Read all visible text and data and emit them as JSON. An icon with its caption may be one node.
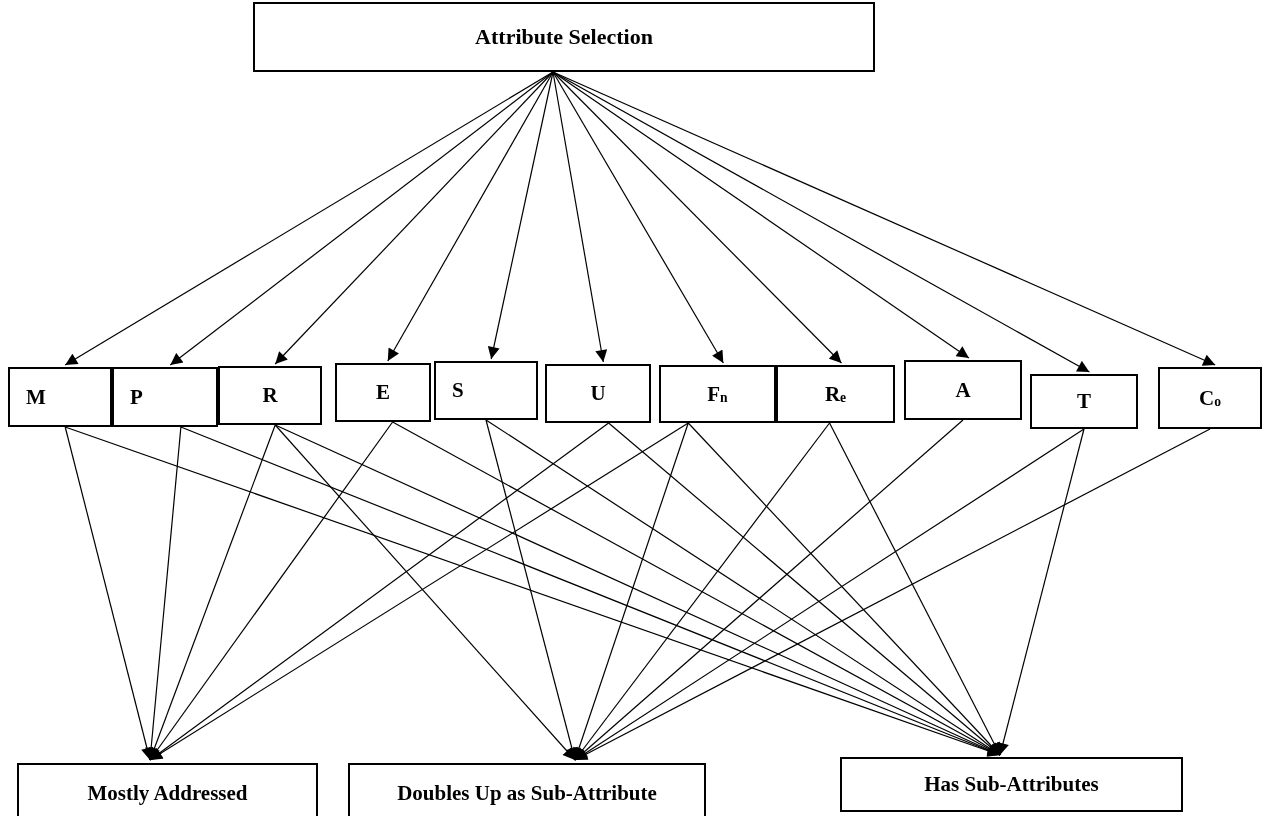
{
  "diagram": {
    "nodes": [
      {
        "text": [
          "Attribute Selection"
        ]
      },
      {
        "text": [
          "M"
        ]
      },
      {
        "text": [
          "P"
        ]
      },
      {
        "text": [
          "R"
        ]
      },
      {
        "text": [
          "E"
        ]
      },
      {
        "text": [
          "S"
        ]
      },
      {
        "text": [
          "U"
        ]
      },
      {
        "text": [
          "F$_{n}$"
        ]
      },
      {
        "text": [
          "R$_{e}$"
        ]
      },
      {
        "text": [
          "A"
        ]
      },
      {
        "text": [
          "T"
        ]
      },
      {
        "text": [
          "C$_{o}$"
        ]
      },
      {
        "text": [
          "Mostly Addressed"
        ]
      },
      {
        "text": [
          "Doubles Up as Sub-Attribute"
        ]
      },
      {
        "text": [
          "Has Sub-Attributes"
        ]
      }
    ],
    "edges": [
      {
        "from": 0,
        "to": 1,
        "arrow": "to"
      },
      {
        "from": 0,
        "to": 2,
        "arrow": "to"
      },
      {
        "from": 0,
        "to": 3,
        "arrow": "to"
      },
      {
        "from": 0,
        "to": 4,
        "arrow": "to"
      },
      {
        "from": 0,
        "to": 5,
        "arrow": "to"
      },
      {
        "from": 0,
        "to": 6,
        "arrow": "to"
      },
      {
        "from": 0,
        "to": 7,
        "arrow": "to"
      },
      {
        "from": 0,
        "to": 8,
        "arrow": "to"
      },
      {
        "from": 0,
        "to": 9,
        "arrow": "to"
      },
      {
        "from": 0,
        "to": 10,
        "arrow": "to"
      },
      {
        "from": 0,
        "to": 11,
        "arrow": "to"
      },
      {
        "from": 1,
        "to": 12,
        "arrow": "to"
      },
      {
        "from": 1,
        "to": 14,
        "arrow": "to"
      },
      {
        "from": 2,
        "to": 12,
        "arrow": "to"
      },
      {
        "from": 2,
        "to": 14,
        "arrow": "to"
      },
      {
        "from": 3,
        "to": 12,
        "arrow": "to"
      },
      {
        "from": 3,
        "to": 13,
        "arrow": "to"
      },
      {
        "from": 3,
        "to": 14,
        "arrow": "to"
      },
      {
        "from": 4,
        "to": 12,
        "arrow": "to"
      },
      {
        "from": 4,
        "to": 14,
        "arrow": "to"
      },
      {
        "from": 5,
        "to": 13,
        "arrow": "to"
      },
      {
        "from": 5,
        "to": 14,
        "arrow": "to"
      },
      {
        "from": 6,
        "to": 12,
        "arrow": "to"
      },
      {
        "from": 6,
        "to": 14,
        "arrow": "to"
      },
      {
        "from": 7,
        "to": 12,
        "arrow": "to"
      },
      {
        "from": 7,
        "to": 13,
        "arrow": "to"
      },
      {
        "from": 7,
        "to": 14,
        "arrow": "to"
      },
      {
        "from": 8,
        "to": 13,
        "arrow": "to"
      },
      {
        "from": 8,
        "to": 14,
        "arrow": "to"
      },
      {
        "from": 9,
        "to": 13,
        "arrow": "to"
      },
      {
        "from": 10,
        "to": 13,
        "arrow": "to"
      },
      {
        "from": 10,
        "to": 14,
        "arrow": "to"
      },
      {
        "from": 11,
        "to": 13,
        "arrow": "to"
      }
    ]
  }
}
